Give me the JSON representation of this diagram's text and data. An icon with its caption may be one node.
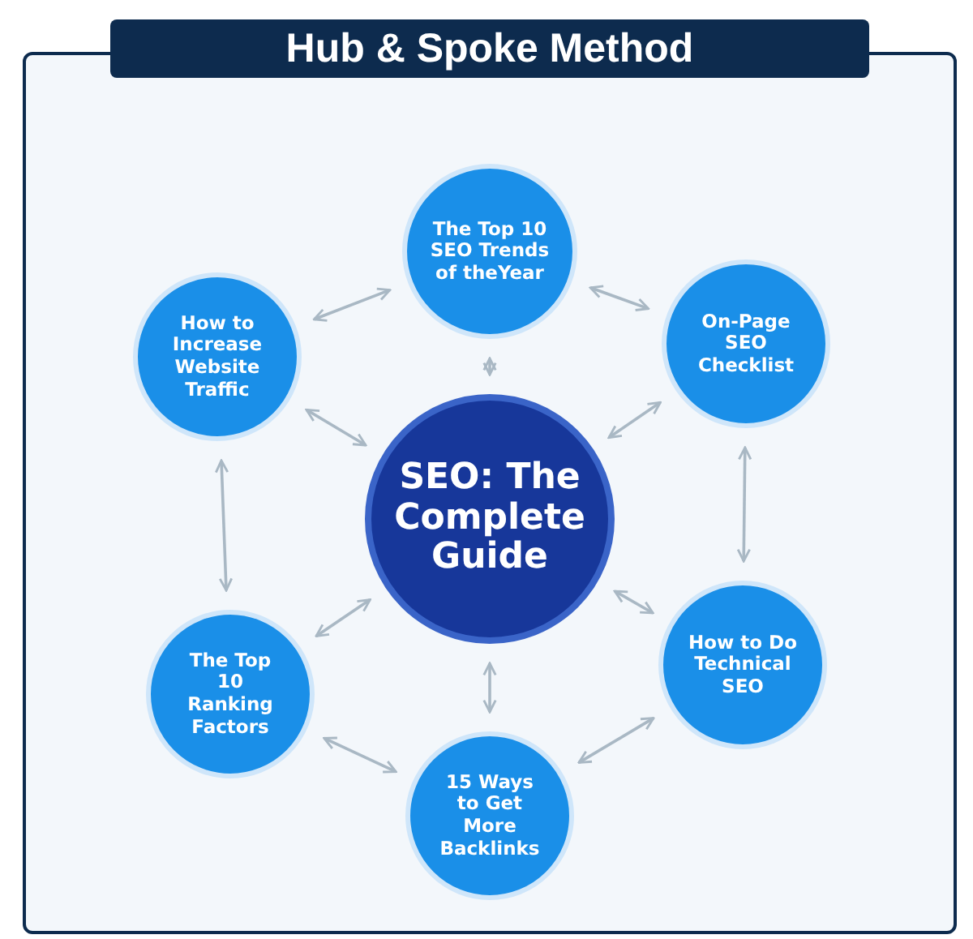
{
  "diagram": {
    "title": "Hub & Spoke Method",
    "nodes": [
      {
        "text": [
          "The Top 10 SEO Trends of theYear"
        ]
      },
      {
        "text": [
          "How to Increase Website Traffic"
        ]
      },
      {
        "text": [
          "On-Page SEO Checklist"
        ]
      },
      {
        "text": [
          "SEO: The Complete Guide"
        ]
      },
      {
        "text": [
          "The Top 10 Ranking Factors"
        ]
      },
      {
        "text": [
          "How to Do Technical SEO"
        ]
      },
      {
        "text": [
          "15 Ways to Get More Backlinks"
        ]
      }
    ],
    "edges": [
      {
        "from": 0,
        "to": 2,
        "arrow": "both"
      },
      {
        "from": 2,
        "to": 5,
        "arrow": "both"
      },
      {
        "from": 5,
        "to": 6,
        "arrow": "both"
      },
      {
        "from": 6,
        "to": 4,
        "arrow": "both"
      },
      {
        "from": 4,
        "to": 1,
        "arrow": "both"
      },
      {
        "from": 1,
        "to": 0,
        "arrow": "both"
      },
      {
        "from": 3,
        "to": 0,
        "arrow": "both"
      },
      {
        "from": 3,
        "to": 2,
        "arrow": "both"
      },
      {
        "from": 3,
        "to": 5,
        "arrow": "both"
      },
      {
        "from": 3,
        "to": 6,
        "arrow": "both"
      },
      {
        "from": 3,
        "to": 4,
        "arrow": "both"
      },
      {
        "from": 3,
        "to": 1,
        "arrow": "both"
      }
    ]
  }
}
